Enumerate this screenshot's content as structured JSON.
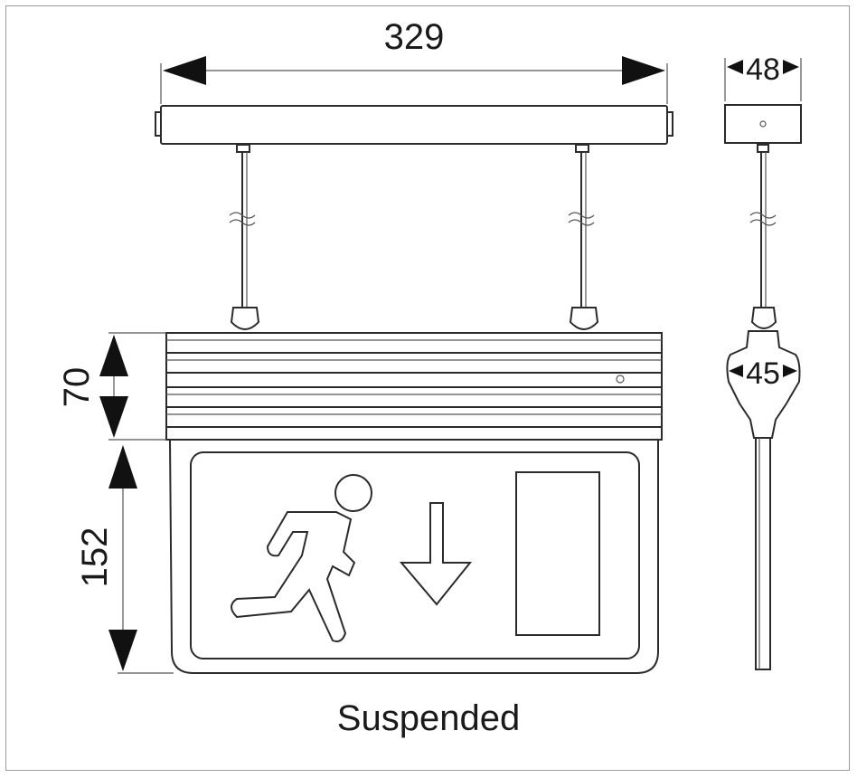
{
  "dimensions": {
    "width_top": "329",
    "depth_top": "48",
    "housing_height": "70",
    "panel_height": "152",
    "side_width": "45"
  },
  "caption": "Suspended",
  "colors": {
    "line": "#2b2b2b",
    "frame": "#9a9a9a",
    "background": "#ffffff"
  }
}
